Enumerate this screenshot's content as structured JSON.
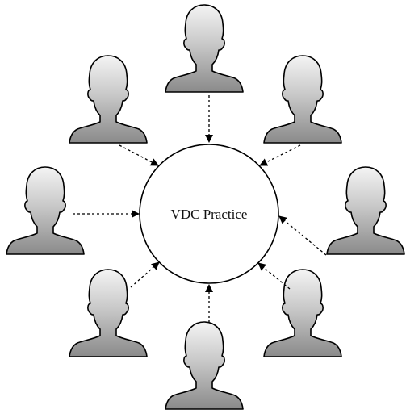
{
  "center": {
    "label": "VDC Practice"
  },
  "participants": [
    {
      "id": "top",
      "icon": "person-silhouette-icon"
    },
    {
      "id": "upper-left",
      "icon": "person-silhouette-icon"
    },
    {
      "id": "upper-right",
      "icon": "person-silhouette-icon"
    },
    {
      "id": "left",
      "icon": "person-silhouette-icon"
    },
    {
      "id": "right",
      "icon": "person-silhouette-icon"
    },
    {
      "id": "lower-left",
      "icon": "person-silhouette-icon"
    },
    {
      "id": "lower-right",
      "icon": "person-silhouette-icon"
    },
    {
      "id": "bottom",
      "icon": "person-silhouette-icon"
    }
  ],
  "colors": {
    "silhouette_light": "#f4f4f4",
    "silhouette_dark": "#8a8a8a",
    "outline": "#000000",
    "background": "#ffffff"
  }
}
